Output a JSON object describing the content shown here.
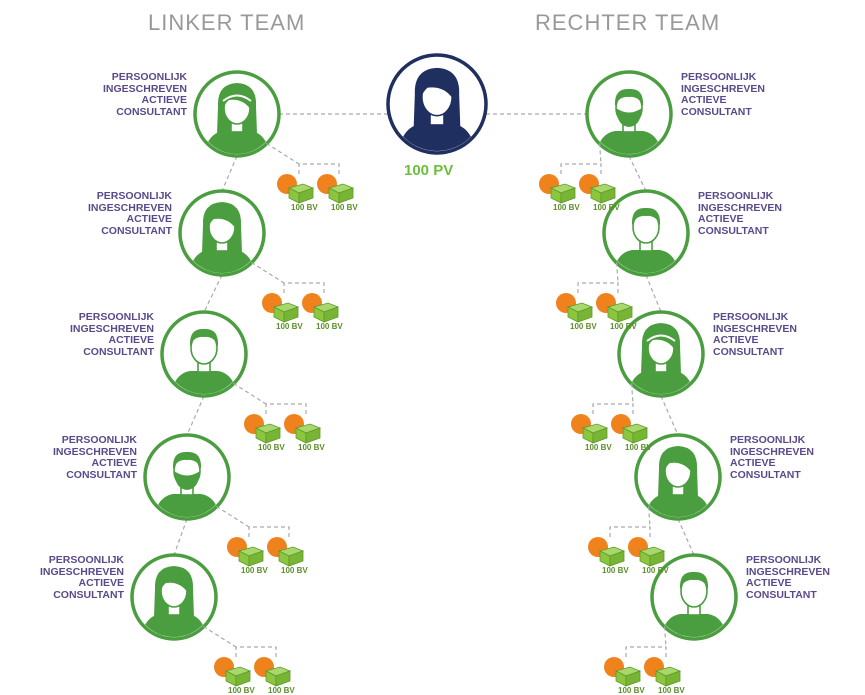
{
  "titles": {
    "left_team": "LINKER TEAM",
    "right_team": "RECHTER TEAM"
  },
  "sponsor": {
    "pv_label": "100 PV"
  },
  "consultant_label_lines": [
    "PERSOONLIJK",
    "INGESCHREVEN",
    "ACTIEVE",
    "CONSULTANT"
  ],
  "bv_label": "100 BV",
  "colors": {
    "green": "#4a9e3f",
    "navy": "#1f2f5f",
    "orange": "#f0821e",
    "box_green": "#8cc63f",
    "label_purple": "#5b4a8b",
    "pv_green": "#6cbf3a",
    "title_gray": "#999999",
    "dash_gray": "#aaaaaa"
  },
  "left_team": [
    {
      "avatar": "woman-headband"
    },
    {
      "avatar": "woman-long-hair"
    },
    {
      "avatar": "man-short-hair"
    },
    {
      "avatar": "man-beard"
    },
    {
      "avatar": "woman-long-hair"
    }
  ],
  "right_team": [
    {
      "avatar": "man-beard"
    },
    {
      "avatar": "man-short-hair"
    },
    {
      "avatar": "woman-headband"
    },
    {
      "avatar": "woman-long-hair"
    },
    {
      "avatar": "man-short-hair"
    }
  ]
}
